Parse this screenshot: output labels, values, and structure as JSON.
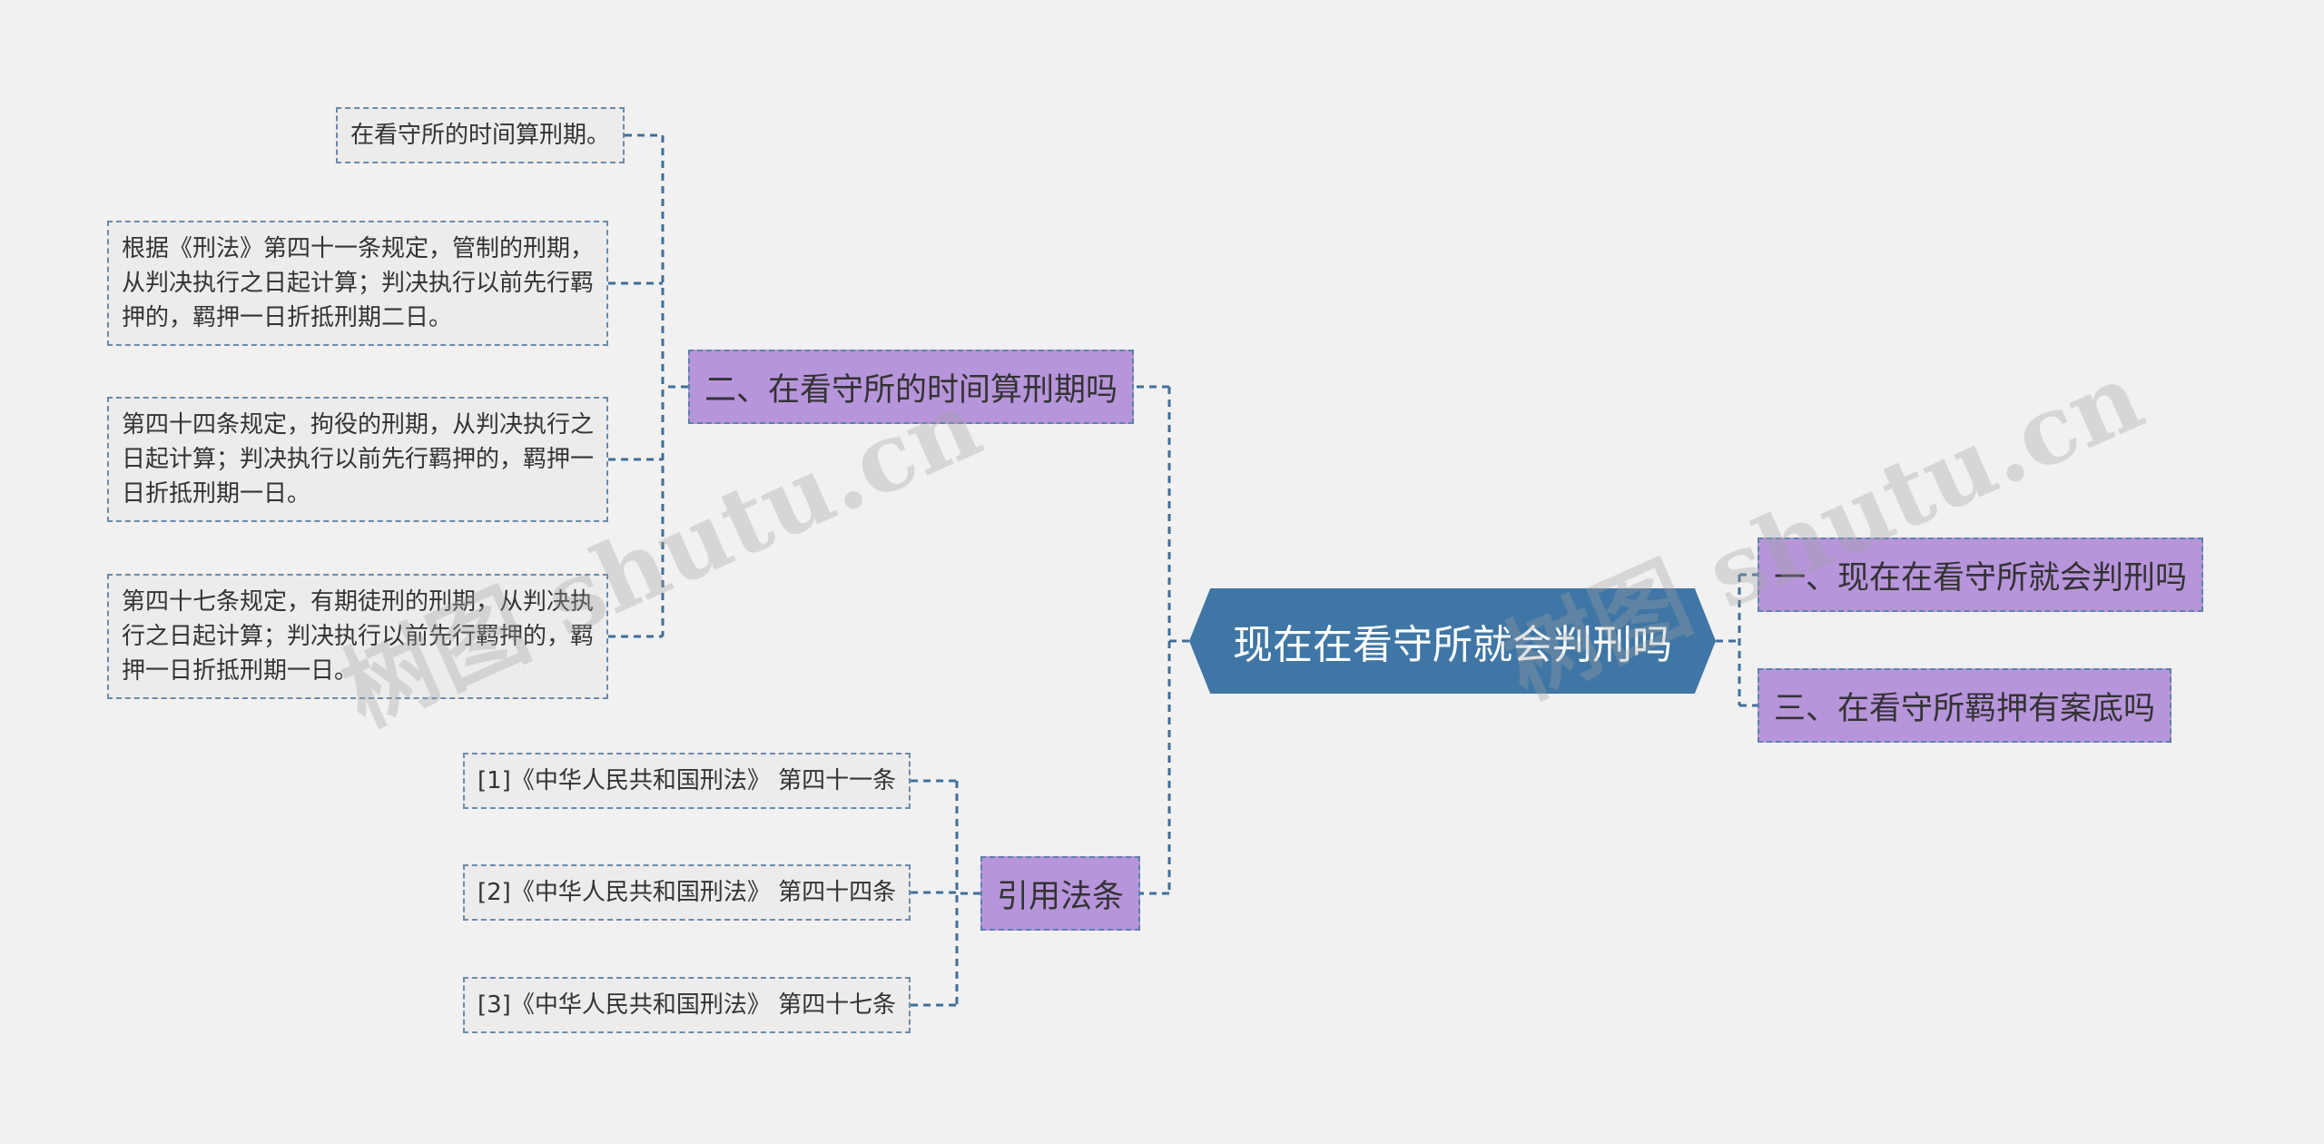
{
  "center": {
    "label": "现在在看守所就会判刑吗"
  },
  "right_topics": [
    {
      "label": "一、现在在看守所就会判刑吗"
    },
    {
      "label": "三、在看守所羁押有案底吗"
    }
  ],
  "left_topics": [
    {
      "label": "二、在看守所的时间算刑期吗",
      "leaves": [
        {
          "lines": [
            "在看守所的时间算刑期。"
          ]
        },
        {
          "lines": [
            "根据《刑法》第四十一条规定，管制的刑期，",
            "从判决执行之日起计算；判决执行以前先行羁",
            "押的，羁押一日折抵刑期二日。"
          ]
        },
        {
          "lines": [
            "第四十四条规定，拘役的刑期，从判决执行之",
            "日起计算；判决执行以前先行羁押的，羁押一",
            "日折抵刑期一日。"
          ]
        },
        {
          "lines": [
            "第四十七条规定，有期徒刑的刑期，从判决执",
            "行之日起计算；判决执行以前先行羁押的，羁",
            "押一日折抵刑期一日。"
          ]
        }
      ]
    },
    {
      "label": "引用法条",
      "leaves": [
        {
          "lines": [
            "[1]《中华人民共和国刑法》 第四十一条"
          ]
        },
        {
          "lines": [
            "[2]《中华人民共和国刑法》 第四十四条"
          ]
        },
        {
          "lines": [
            "[3]《中华人民共和国刑法》 第四十七条"
          ]
        }
      ]
    }
  ],
  "watermark": [
    "树图 shutu.cn",
    "树图 shutu.cn"
  ],
  "colors": {
    "center_fill": "#3f76a5",
    "topic_fill": "#b795db",
    "leaf_fill": "#ececec",
    "connector": "#3f6f9a"
  }
}
